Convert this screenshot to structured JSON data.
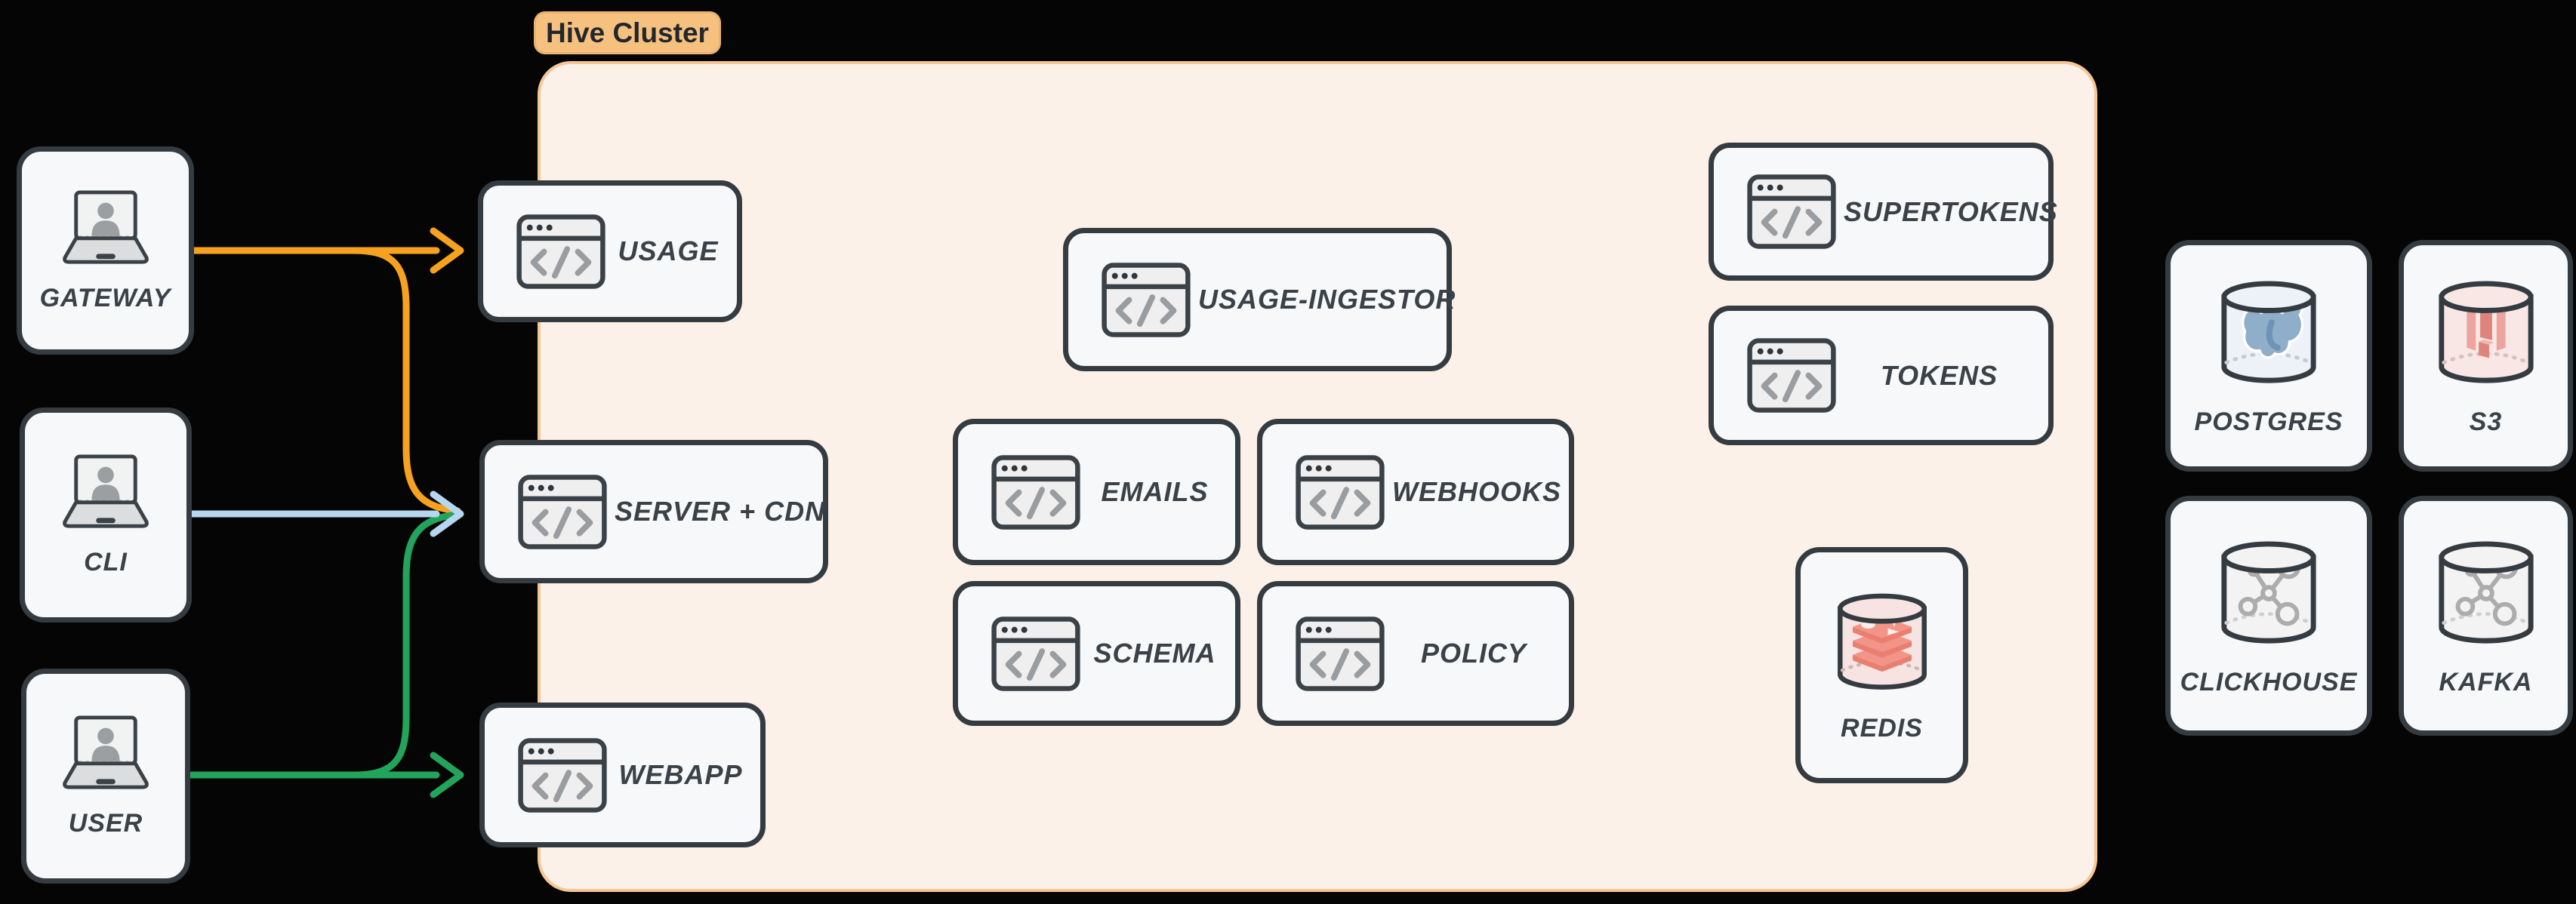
{
  "title_badge": {
    "label": "Hive Cluster"
  },
  "cluster": {
    "name": "Hive Cluster"
  },
  "nodes": {
    "gateway": {
      "label": "GATEWAY",
      "icon": "laptop-user-icon"
    },
    "cli": {
      "label": "CLI",
      "icon": "laptop-user-icon"
    },
    "user": {
      "label": "USER",
      "icon": "laptop-user-icon"
    },
    "usage": {
      "label": "USAGE",
      "icon": "code-window-icon"
    },
    "server_cdn": {
      "label": "SERVER + CDN",
      "icon": "code-window-icon"
    },
    "webapp": {
      "label": "WEBAPP",
      "icon": "code-window-icon"
    },
    "usage_ingestor": {
      "label": "USAGE-INGESTOR",
      "icon": "code-window-icon"
    },
    "emails": {
      "label": "EMAILS",
      "icon": "code-window-icon"
    },
    "webhooks": {
      "label": "WEBHOOKS",
      "icon": "code-window-icon"
    },
    "schema": {
      "label": "SCHEMA",
      "icon": "code-window-icon"
    },
    "policy": {
      "label": "POLICY",
      "icon": "code-window-icon"
    },
    "supertokens": {
      "label": "SUPERTOKENS",
      "icon": "code-window-icon"
    },
    "tokens": {
      "label": "TOKENS",
      "icon": "code-window-icon"
    },
    "redis": {
      "label": "REDIS",
      "icon": "redis-database-icon"
    },
    "postgres": {
      "label": "POSTGRES",
      "icon": "postgres-database-icon"
    },
    "s3": {
      "label": "S3",
      "icon": "s3-database-icon"
    },
    "clickhouse": {
      "label": "CLICKHOUSE",
      "icon": "graph-database-icon"
    },
    "kafka": {
      "label": "KAFKA",
      "icon": "graph-database-icon"
    }
  },
  "edges": [
    {
      "from": "GATEWAY",
      "to": "USAGE",
      "color": "#F6A21E"
    },
    {
      "from": "GATEWAY",
      "to": "SERVER + CDN",
      "color": "#F6A21E"
    },
    {
      "from": "CLI",
      "to": "SERVER + CDN",
      "color": "#B5D7F2"
    },
    {
      "from": "USER",
      "to": "SERVER + CDN",
      "color": "#22A45B"
    },
    {
      "from": "USER",
      "to": "WEBAPP",
      "color": "#22A45B"
    }
  ],
  "colors": {
    "background": "#000000",
    "cluster_fill": "#FCF1E8",
    "cluster_border": "#F6C795",
    "badge_fill": "#F6C17F",
    "badge_border": "#E9B26F",
    "badge_text": "#22272C",
    "node_fill": "#F7F8F9",
    "node_border": "#343B41",
    "label_text": "#3A4147",
    "arrow_orange": "#F6A21E",
    "arrow_blue": "#B5D7F2",
    "arrow_green": "#22A45B"
  }
}
